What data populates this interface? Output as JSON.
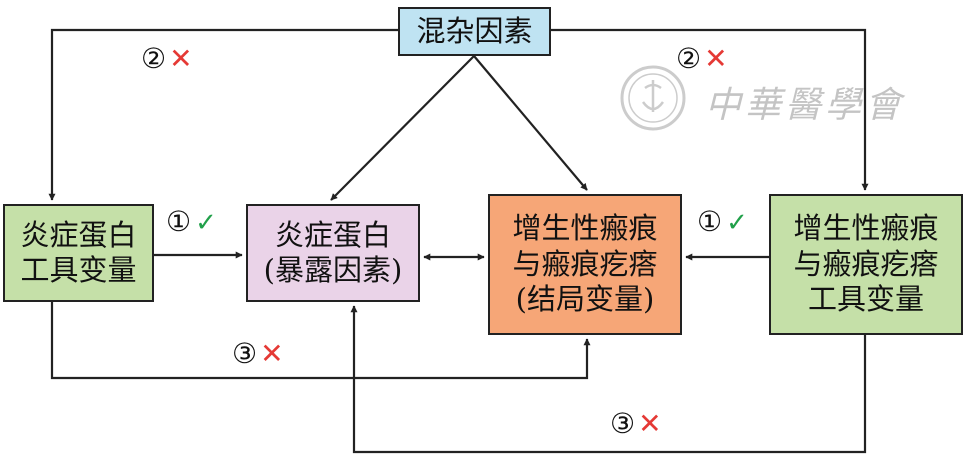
{
  "diagram": {
    "nodes": {
      "confounder": {
        "lines": [
          "混杂因素"
        ],
        "color": "#bfe3f2"
      },
      "instrument_left": {
        "lines": [
          "炎症蛋白",
          "工具变量"
        ],
        "color": "#c5e0a8"
      },
      "exposure": {
        "lines": [
          "炎症蛋白",
          "(暴露因素)"
        ],
        "color": "#ead3e8"
      },
      "outcome": {
        "lines": [
          "增生性瘢痕",
          "与瘢痕疙瘩",
          "(结局变量)"
        ],
        "color": "#f6a677"
      },
      "instrument_right": {
        "lines": [
          "增生性瘢痕",
          "与瘢痕疙瘩",
          "工具变量"
        ],
        "color": "#c5e0a8"
      }
    },
    "edge_marks": {
      "confounder_to_left_instrument": {
        "number": "②",
        "symbol": "✕"
      },
      "confounder_to_right_instrument": {
        "number": "②",
        "symbol": "✕"
      },
      "left_instrument_to_exposure": {
        "number": "①",
        "symbol": "✓"
      },
      "right_instrument_to_outcome": {
        "number": "①",
        "symbol": "✓"
      },
      "left_instrument_to_outcome": {
        "number": "③",
        "symbol": "✕"
      },
      "right_instrument_to_exposure": {
        "number": "③",
        "symbol": "✕"
      }
    },
    "colors": {
      "ok": "#21a04a",
      "bad": "#e53935",
      "line": "#222222"
    }
  },
  "watermark": {
    "text": "中華醫學會",
    "icon": "society-seal-icon"
  }
}
